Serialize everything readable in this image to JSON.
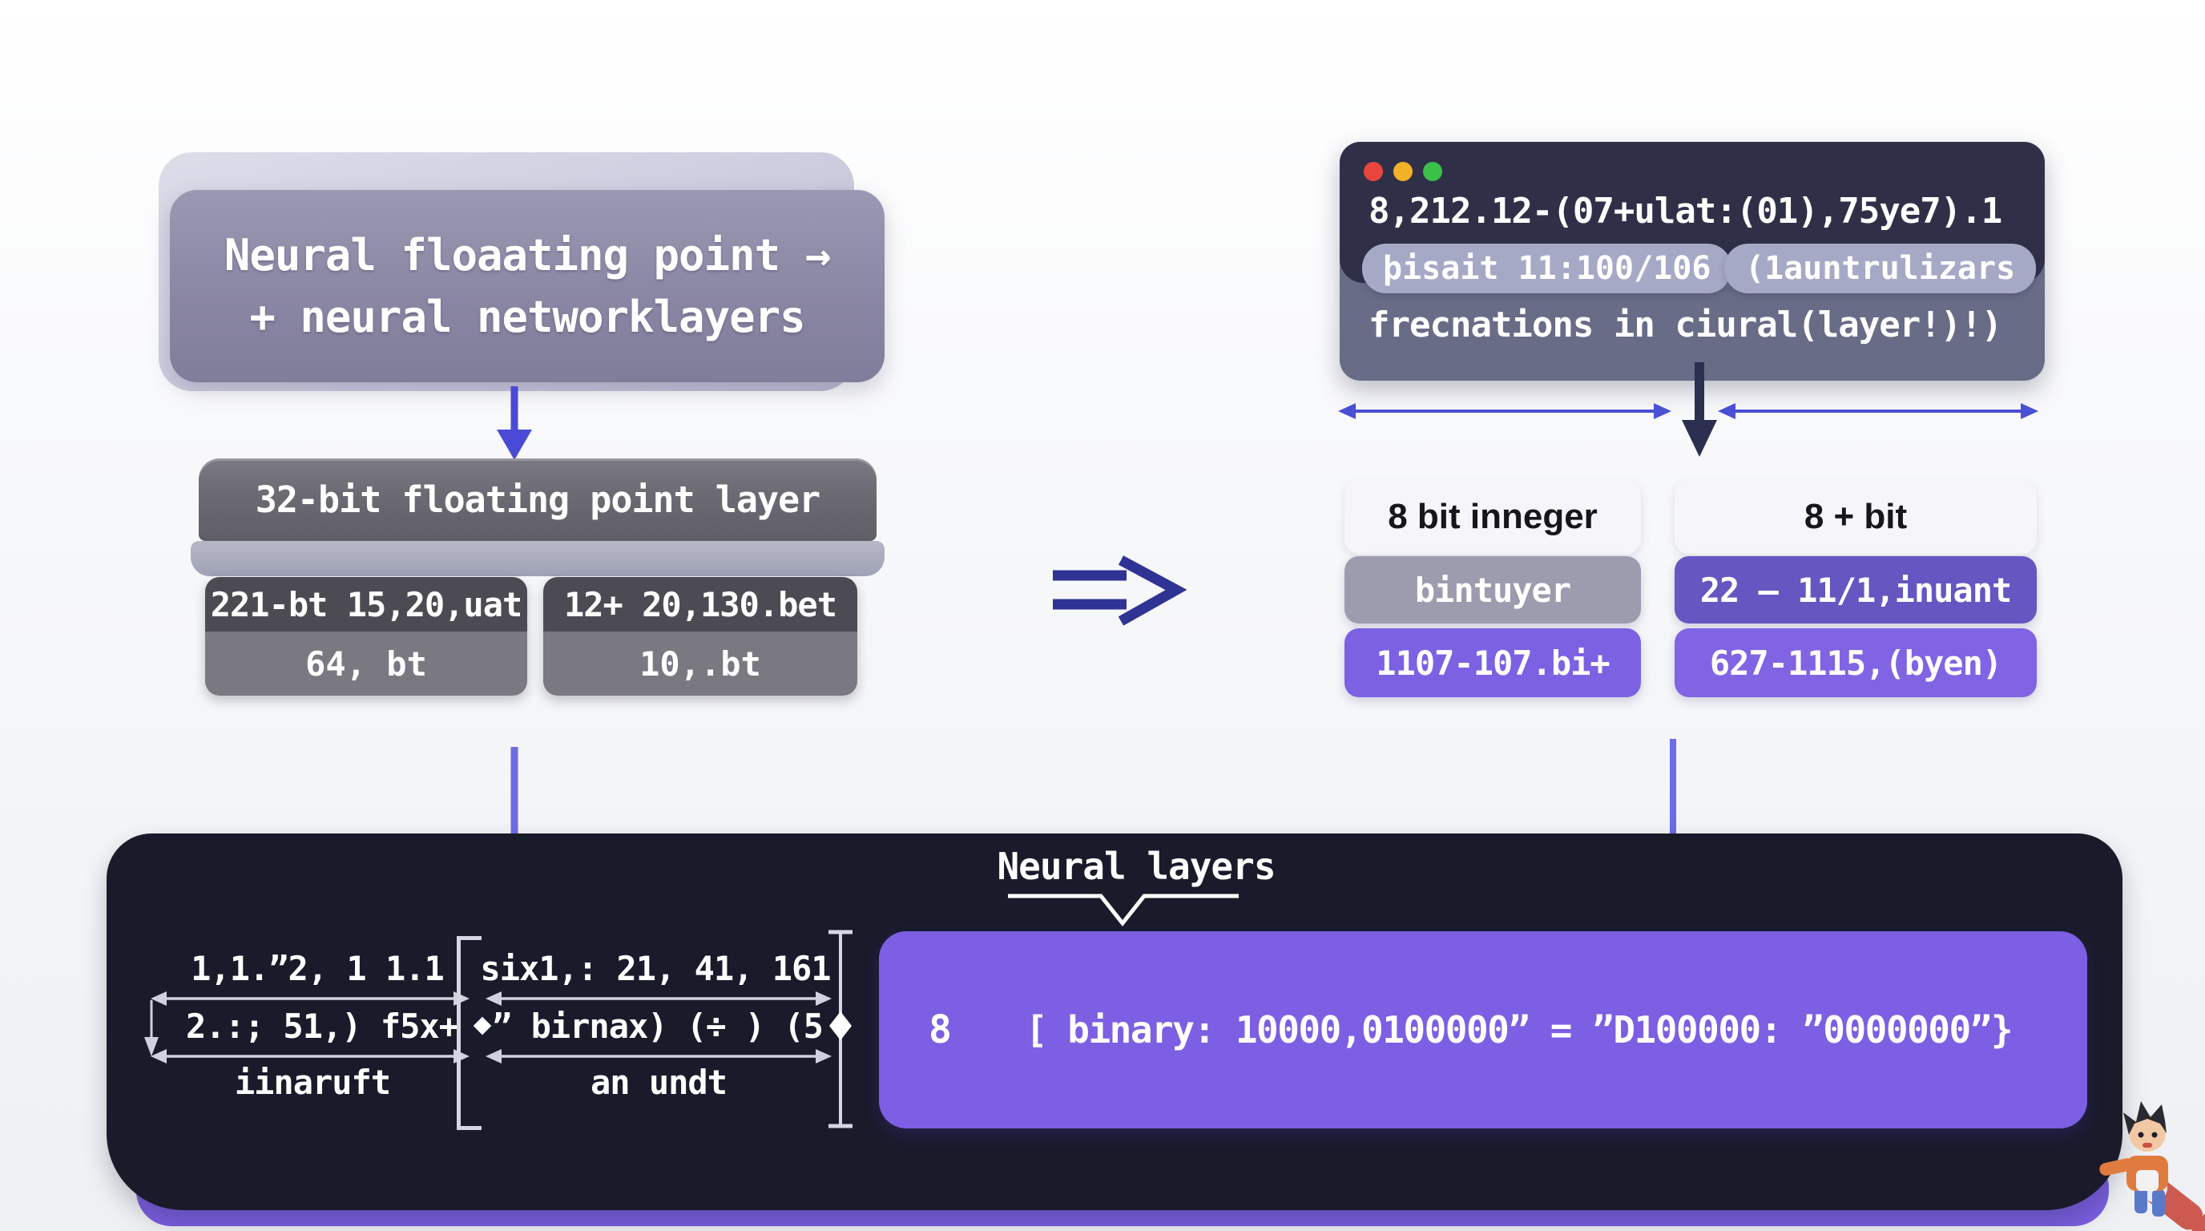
{
  "colors": {
    "accent_purple": "#7c5fe2",
    "purple_dark": "#6457c1",
    "purple_light": "#8164e4",
    "gray_box": "#9d9cae",
    "blue_arrow": "#4a4fd4",
    "navy_arrow": "#2b3050",
    "panel_bg": "#191b2b",
    "terminal_top": "#2f3048",
    "terminal_bottom": "#696c86",
    "slab_gray": "#6b6a73",
    "title_card_mauve": "#8a87a4",
    "traffic_red": "#e8463d",
    "traffic_yellow": "#f3b127",
    "traffic_green": "#3bc04a"
  },
  "title_card": {
    "line1": "Neural floaating point →",
    "line2": "+ neural networklayers"
  },
  "fp32": {
    "title": "32-bit floating point layer",
    "sub_boxes": [
      {
        "header": "221-bt 15,20,uat",
        "body": "64, bt"
      },
      {
        "header": "12+ 20,130.bet",
        "body": "10,.bt"
      }
    ]
  },
  "terminal": {
    "line1": "8,212.12-(07+ulat:(01),75ye7).1",
    "pills": [
      "þisait 11:100/106",
      "(1auntrulizars"
    ],
    "line2": "frecnations in ciural(layer!)!)"
  },
  "quant": {
    "left": {
      "label": "8 bit inneger",
      "top_box": "bintuyer",
      "bottom_box": "1107-107.bi+"
    },
    "right": {
      "label": "8 + bit",
      "top_box": "22 – 11/1,inuant",
      "bottom_box": "627-1115,(byen)"
    }
  },
  "panel": {
    "title": "Neural layers",
    "left_group": {
      "top": "1,1.”2, 1 1.1",
      "middle": "2.:; 51,) f5x+",
      "bottom": "iinaruft"
    },
    "right_group": {
      "top": "six1,: 21, 41, 161",
      "middle": "” birnax) (÷ ) (5",
      "bottom": "an undt"
    },
    "binary": {
      "prefix": "8",
      "text": "[ binary: 10000,0100000” = ”D100000: ”0000000”}"
    }
  }
}
